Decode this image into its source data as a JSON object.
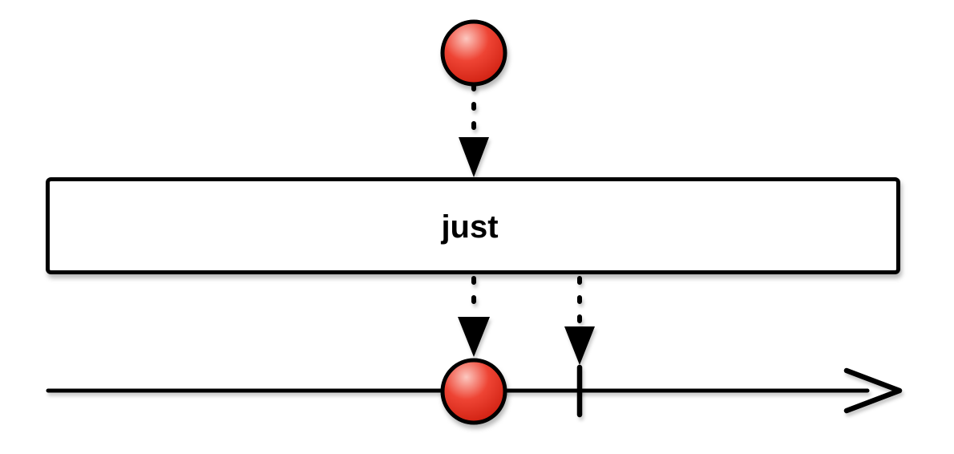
{
  "diagram": {
    "type": "marble-diagram",
    "operator": {
      "label": "just"
    },
    "colors": {
      "background": "#ffffff",
      "stroke": "#000000",
      "box_fill": "#ffffff",
      "marble_highlight": "#fcc8c0",
      "marble_mid": "#ee4434",
      "marble_deep": "#cd1d0e"
    },
    "elements": {
      "source_marble": "red-marble",
      "source_emission_arrow": "dashed-down-arrow",
      "operator_box": "operator-rectangle",
      "output_marble_arrow": "dashed-down-arrow",
      "completion_arrow": "dashed-down-arrow",
      "output_marble": "red-marble",
      "completion_tick": "vertical-complete-marker",
      "output_timeline": "horizontal-arrow-timeline"
    }
  }
}
